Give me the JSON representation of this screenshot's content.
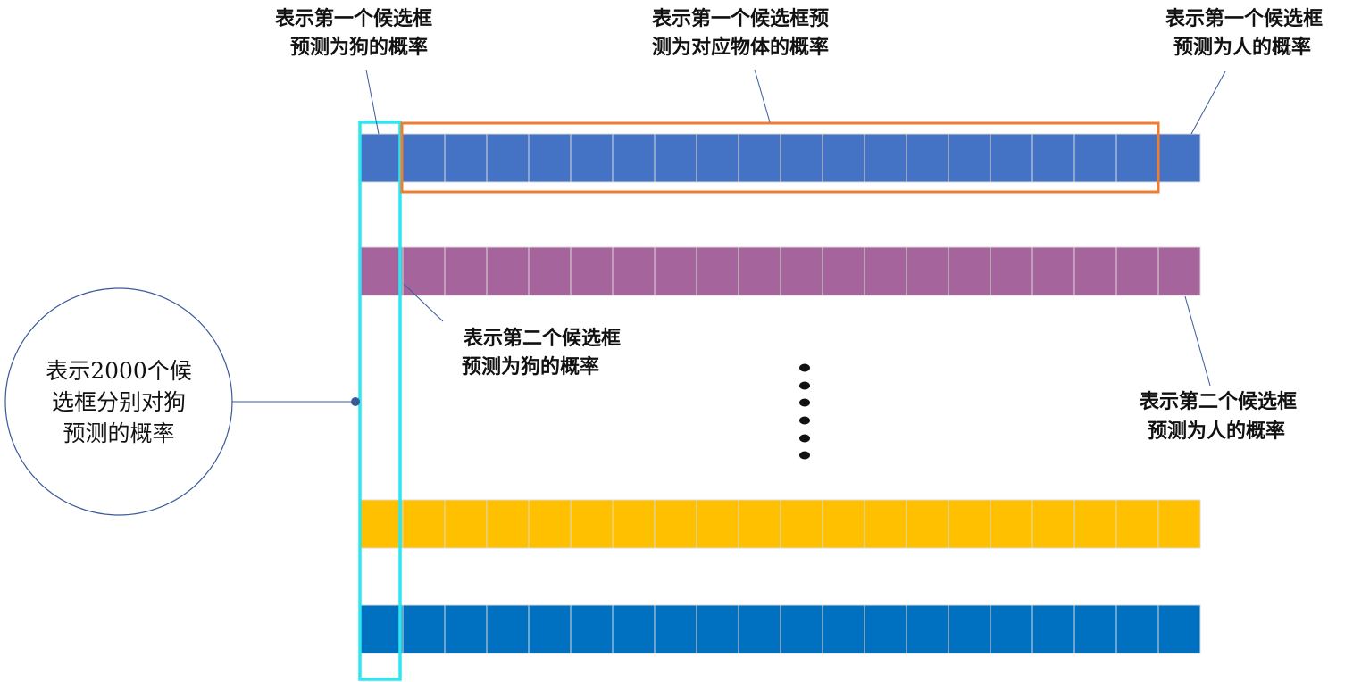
{
  "colors": {
    "row1": "#4472C4",
    "row2": "#A5659C",
    "row3": "#FFC000",
    "row4": "#0070C0",
    "cell_border": "#D9D9D9",
    "column_highlight": "#2EE6F0",
    "range_highlight": "#ED7D31",
    "leader_line": "#3B5A9A",
    "dots": "#111111"
  },
  "grid": {
    "columns": 20,
    "rows": [
      "row1",
      "row2",
      "row3",
      "row4"
    ]
  },
  "labels": {
    "top_left": [
      "表示第一个候选框",
      "预测为狗的概率"
    ],
    "top_middle": [
      "表示第一个候选框预",
      "测为对应物体的概率"
    ],
    "top_right": [
      "表示第一个候选框",
      "预测为人的概率"
    ],
    "middle_left": [
      "表示第二个候选框",
      "预测为狗的概率"
    ],
    "middle_right": [
      "表示第二个候选框",
      "预测为人的概率"
    ],
    "circle": [
      "表示2000个候",
      "选框分别对狗",
      "预测的概率"
    ]
  },
  "ellipsis_icon": "vertical-ellipsis-icon"
}
